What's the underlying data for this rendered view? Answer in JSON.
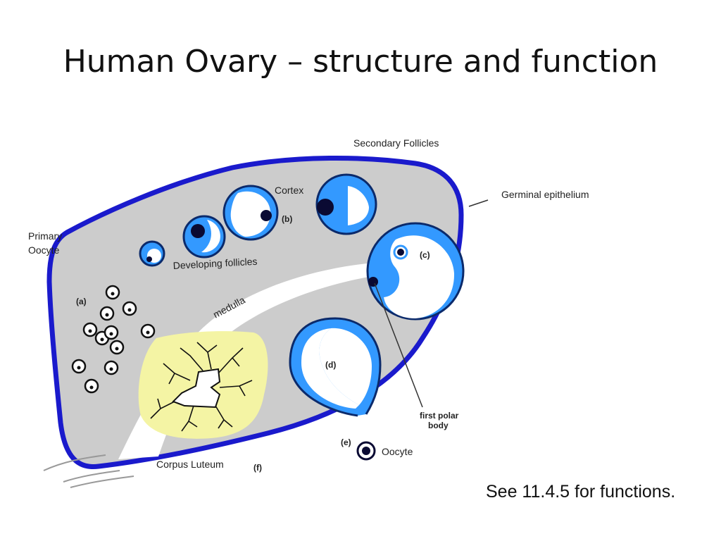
{
  "slide": {
    "title": "Human Ovary – structure and function",
    "footnote": "See 11.4.5 for functions."
  },
  "labels": {
    "secondary_follicles": "Secondary Follicles",
    "germinal_epithelium": "Germinal epithelium",
    "cortex": "Cortex",
    "b": "(b)",
    "primary_oocyte_line1": "Primary",
    "primary_oocyte_line2": "Oocyte",
    "developing_follicles": "Developing follicles",
    "c": "(c)",
    "a": "(a)",
    "medulla": "medulla",
    "d": "(d)",
    "first_polar_line1": "first polar",
    "first_polar_line2": "body",
    "e": "(e)",
    "oocyte": "Oocyte",
    "corpus_luteum": "Corpus Luteum",
    "f": "(f)"
  },
  "colors": {
    "ovary_outline": "#1a1acc",
    "stroma": "#cccccc",
    "follicle_fill": "#3399ff",
    "follicle_edge": "#0b2a6b",
    "corpus_luteum": "#f4f4a4",
    "oocyte_dark": "#0a0a33"
  }
}
